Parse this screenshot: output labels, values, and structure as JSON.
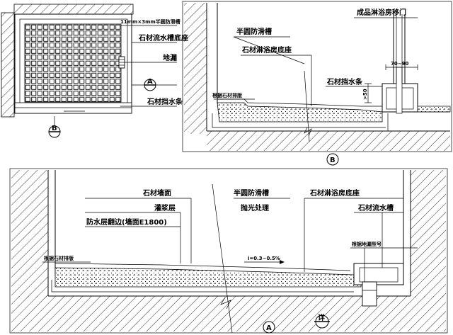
{
  "plan": {
    "labels": {
      "anti_slip": "11mm×3mm半圆防滑槽",
      "water_channel_base": "石材流水槽底座",
      "floor_drain": "地漏",
      "water_bar": "石材挡水条"
    },
    "section_mark_a": "A",
    "section_mark_b": "B"
  },
  "section_b": {
    "labels": {
      "shower_door": "成品淋浴房移门",
      "anti_slip": "半圆防滑槽",
      "shower_base": "石材淋浴房底座",
      "skirting": "根据石材排版",
      "water_bar": "石材挡水条",
      "dim_width": "70~90",
      "dim_height": ">50"
    },
    "mark": "B"
  },
  "section_a": {
    "labels": {
      "wall": "石材墙面",
      "grout": "灌浆层",
      "waterproof": "防水层翻边(墙面E1800)",
      "anti_slip": "半圆防滑槽",
      "polish": "抛光处理",
      "shower_base": "石材淋浴房底座",
      "channel": "石材流水槽",
      "skirting": "根据石材排版",
      "drain_model": "根据地漏型号",
      "slope": "i=0.3~0.5%"
    },
    "mark": "A"
  },
  "title_symbol": "详"
}
